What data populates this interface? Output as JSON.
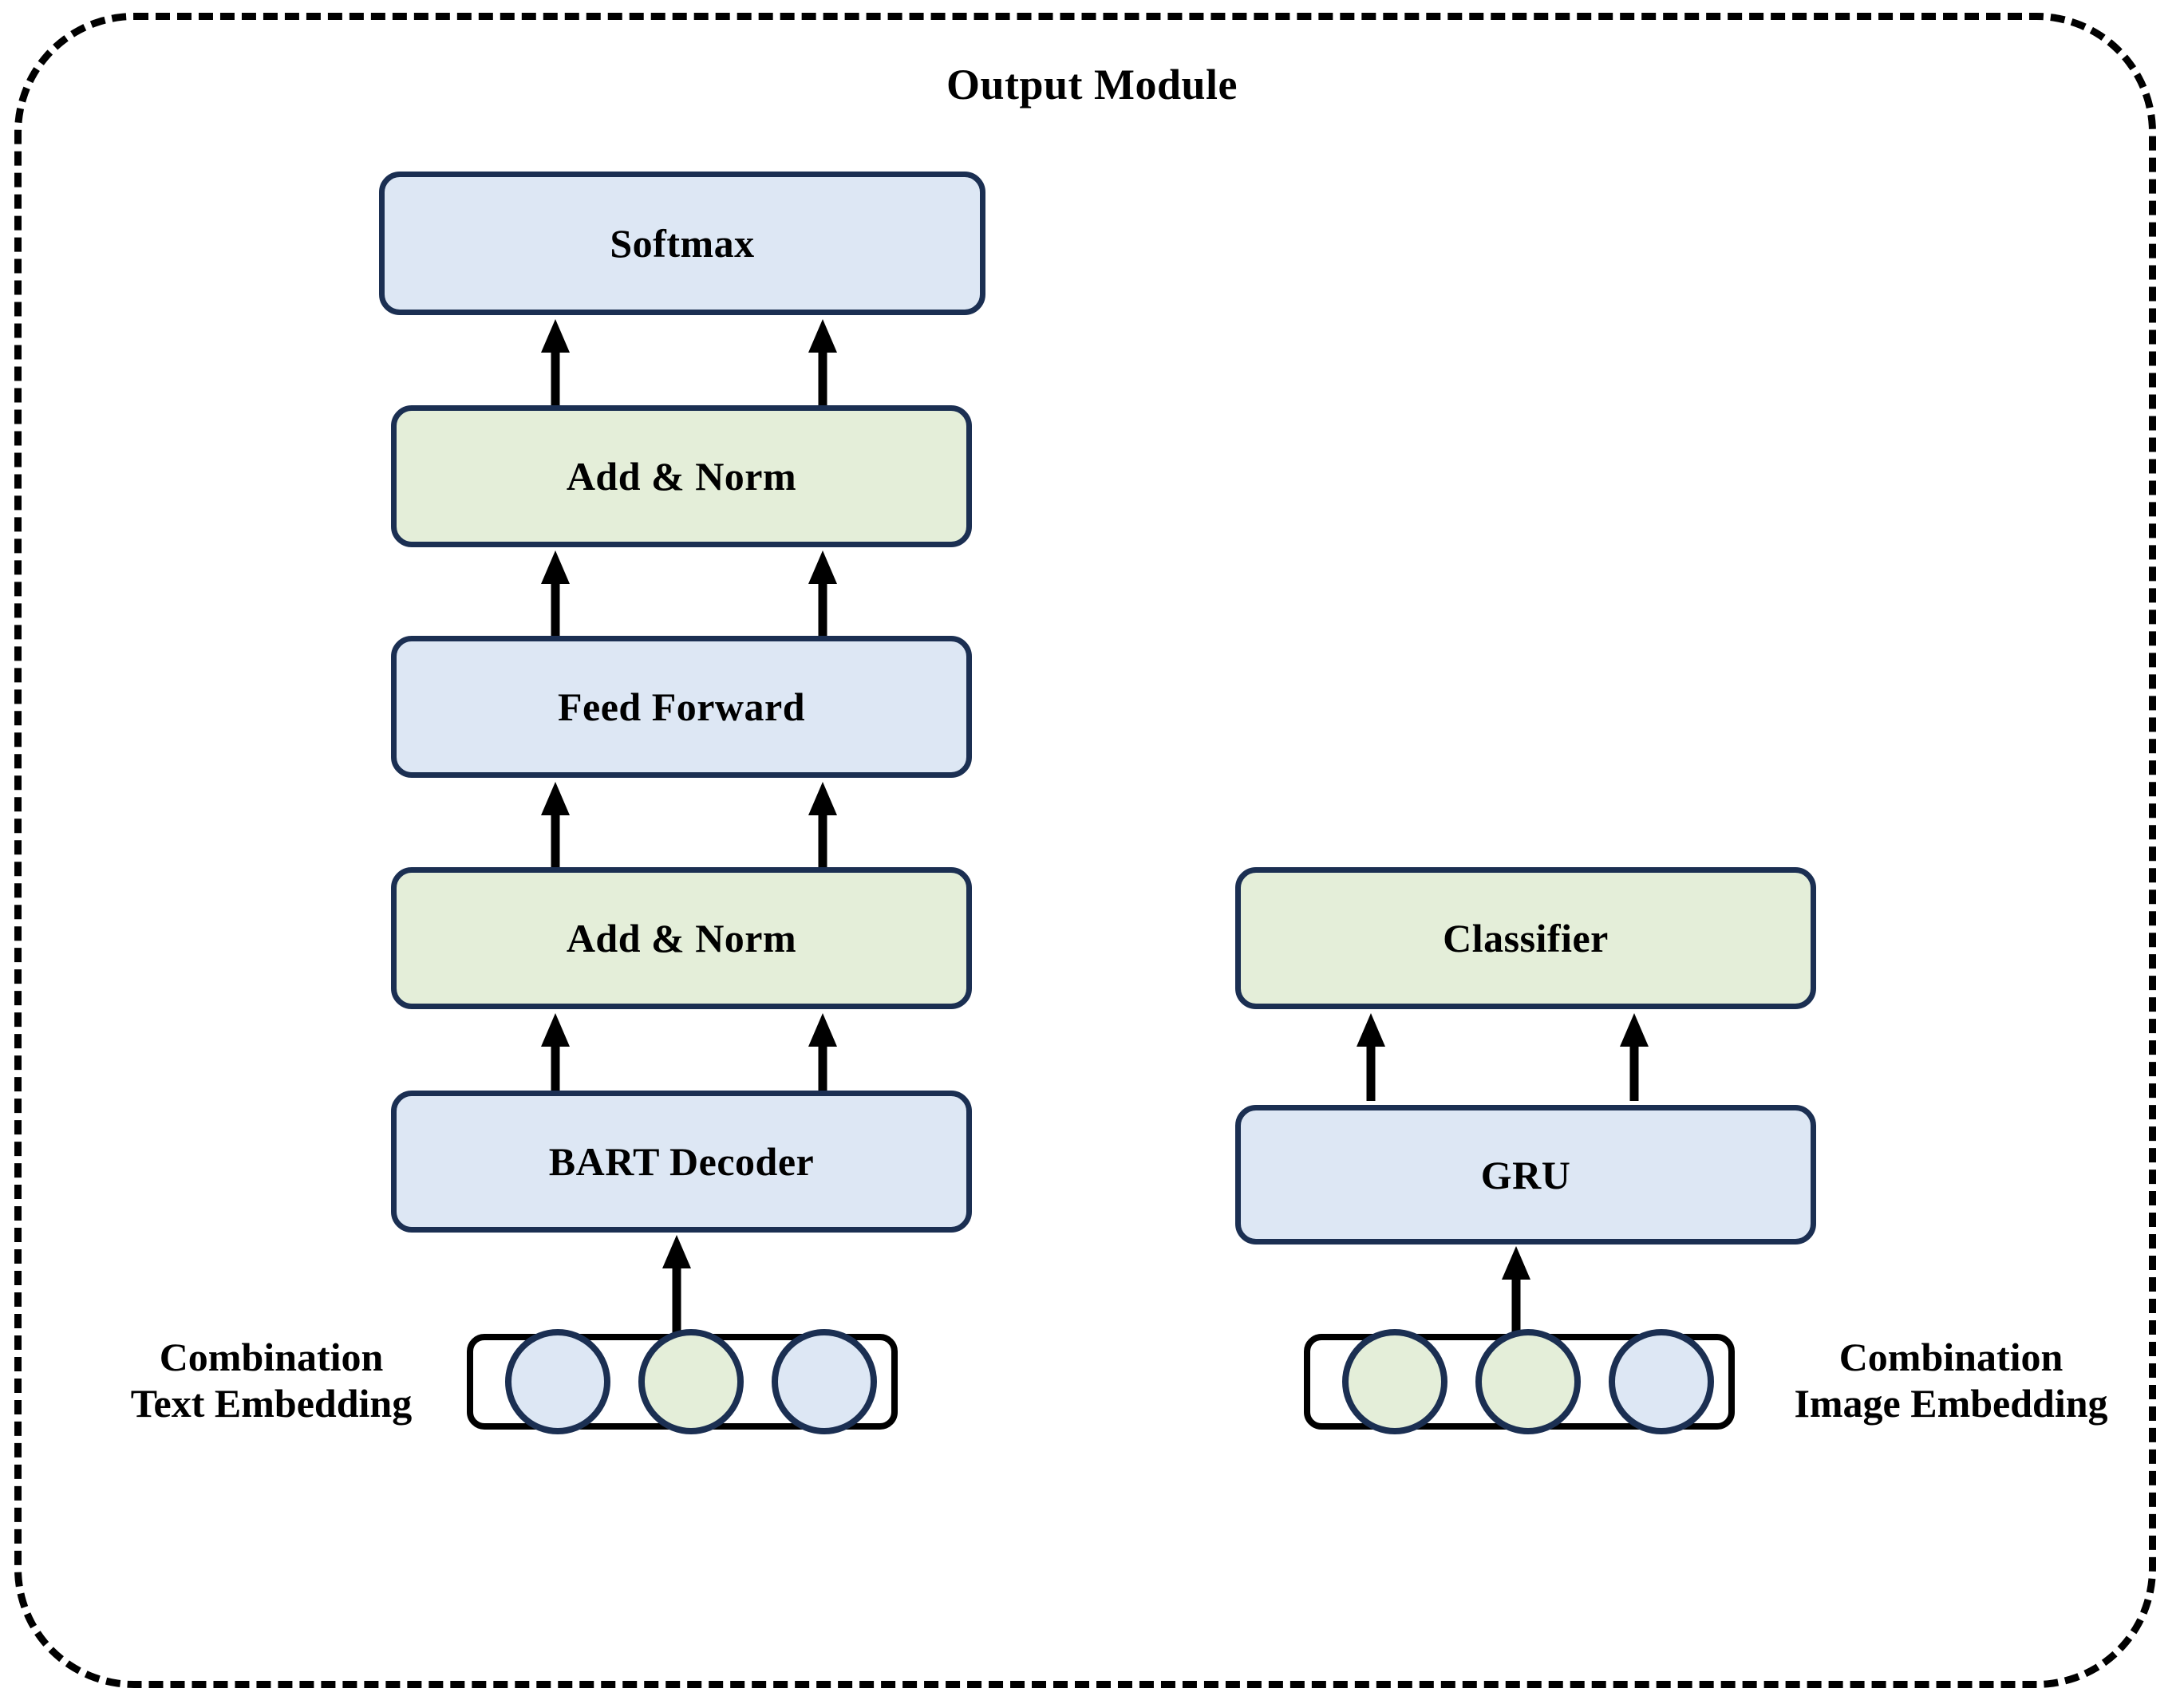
{
  "module": {
    "title": "Output Module",
    "boundary_style": "dashed-rounded"
  },
  "colors": {
    "blue_fill": "#dde7f4",
    "green_fill": "#e4eed9",
    "node_border": "#1b2f52",
    "arrow": "#000000",
    "boundary": "#000000",
    "text": "#000000"
  },
  "left_pipeline": {
    "caption": "Combination\nText Embedding",
    "nodes": [
      {
        "label": "Softmax",
        "fill": "blue"
      },
      {
        "label": "Add & Norm",
        "fill": "green"
      },
      {
        "label": "Feed  Forward",
        "fill": "blue"
      },
      {
        "label": "Add & Norm",
        "fill": "green"
      },
      {
        "label": "BART Decoder",
        "fill": "blue"
      }
    ],
    "embedding_circles": [
      "blue",
      "blue",
      "green"
    ]
  },
  "right_pipeline": {
    "caption": "Combination\nImage Embedding",
    "nodes": [
      {
        "label": "Classifier",
        "fill": "green"
      },
      {
        "label": "GRU",
        "fill": "blue"
      }
    ],
    "embedding_circles": [
      "green",
      "green",
      "blue"
    ]
  },
  "connections": {
    "left": [
      {
        "from": "Add & Norm",
        "to": "Softmax",
        "count": 2
      },
      {
        "from": "Feed  Forward",
        "to": "Add & Norm",
        "count": 2
      },
      {
        "from": "Add & Norm",
        "to": "Feed  Forward",
        "count": 2
      },
      {
        "from": "BART Decoder",
        "to": "Add & Norm",
        "count": 2
      },
      {
        "from": "Combination Text Embedding",
        "to": "BART Decoder",
        "count": 1
      }
    ],
    "right": [
      {
        "from": "GRU",
        "to": "Classifier",
        "count": 2
      },
      {
        "from": "Combination Image Embedding",
        "to": "GRU",
        "count": 1
      }
    ]
  }
}
